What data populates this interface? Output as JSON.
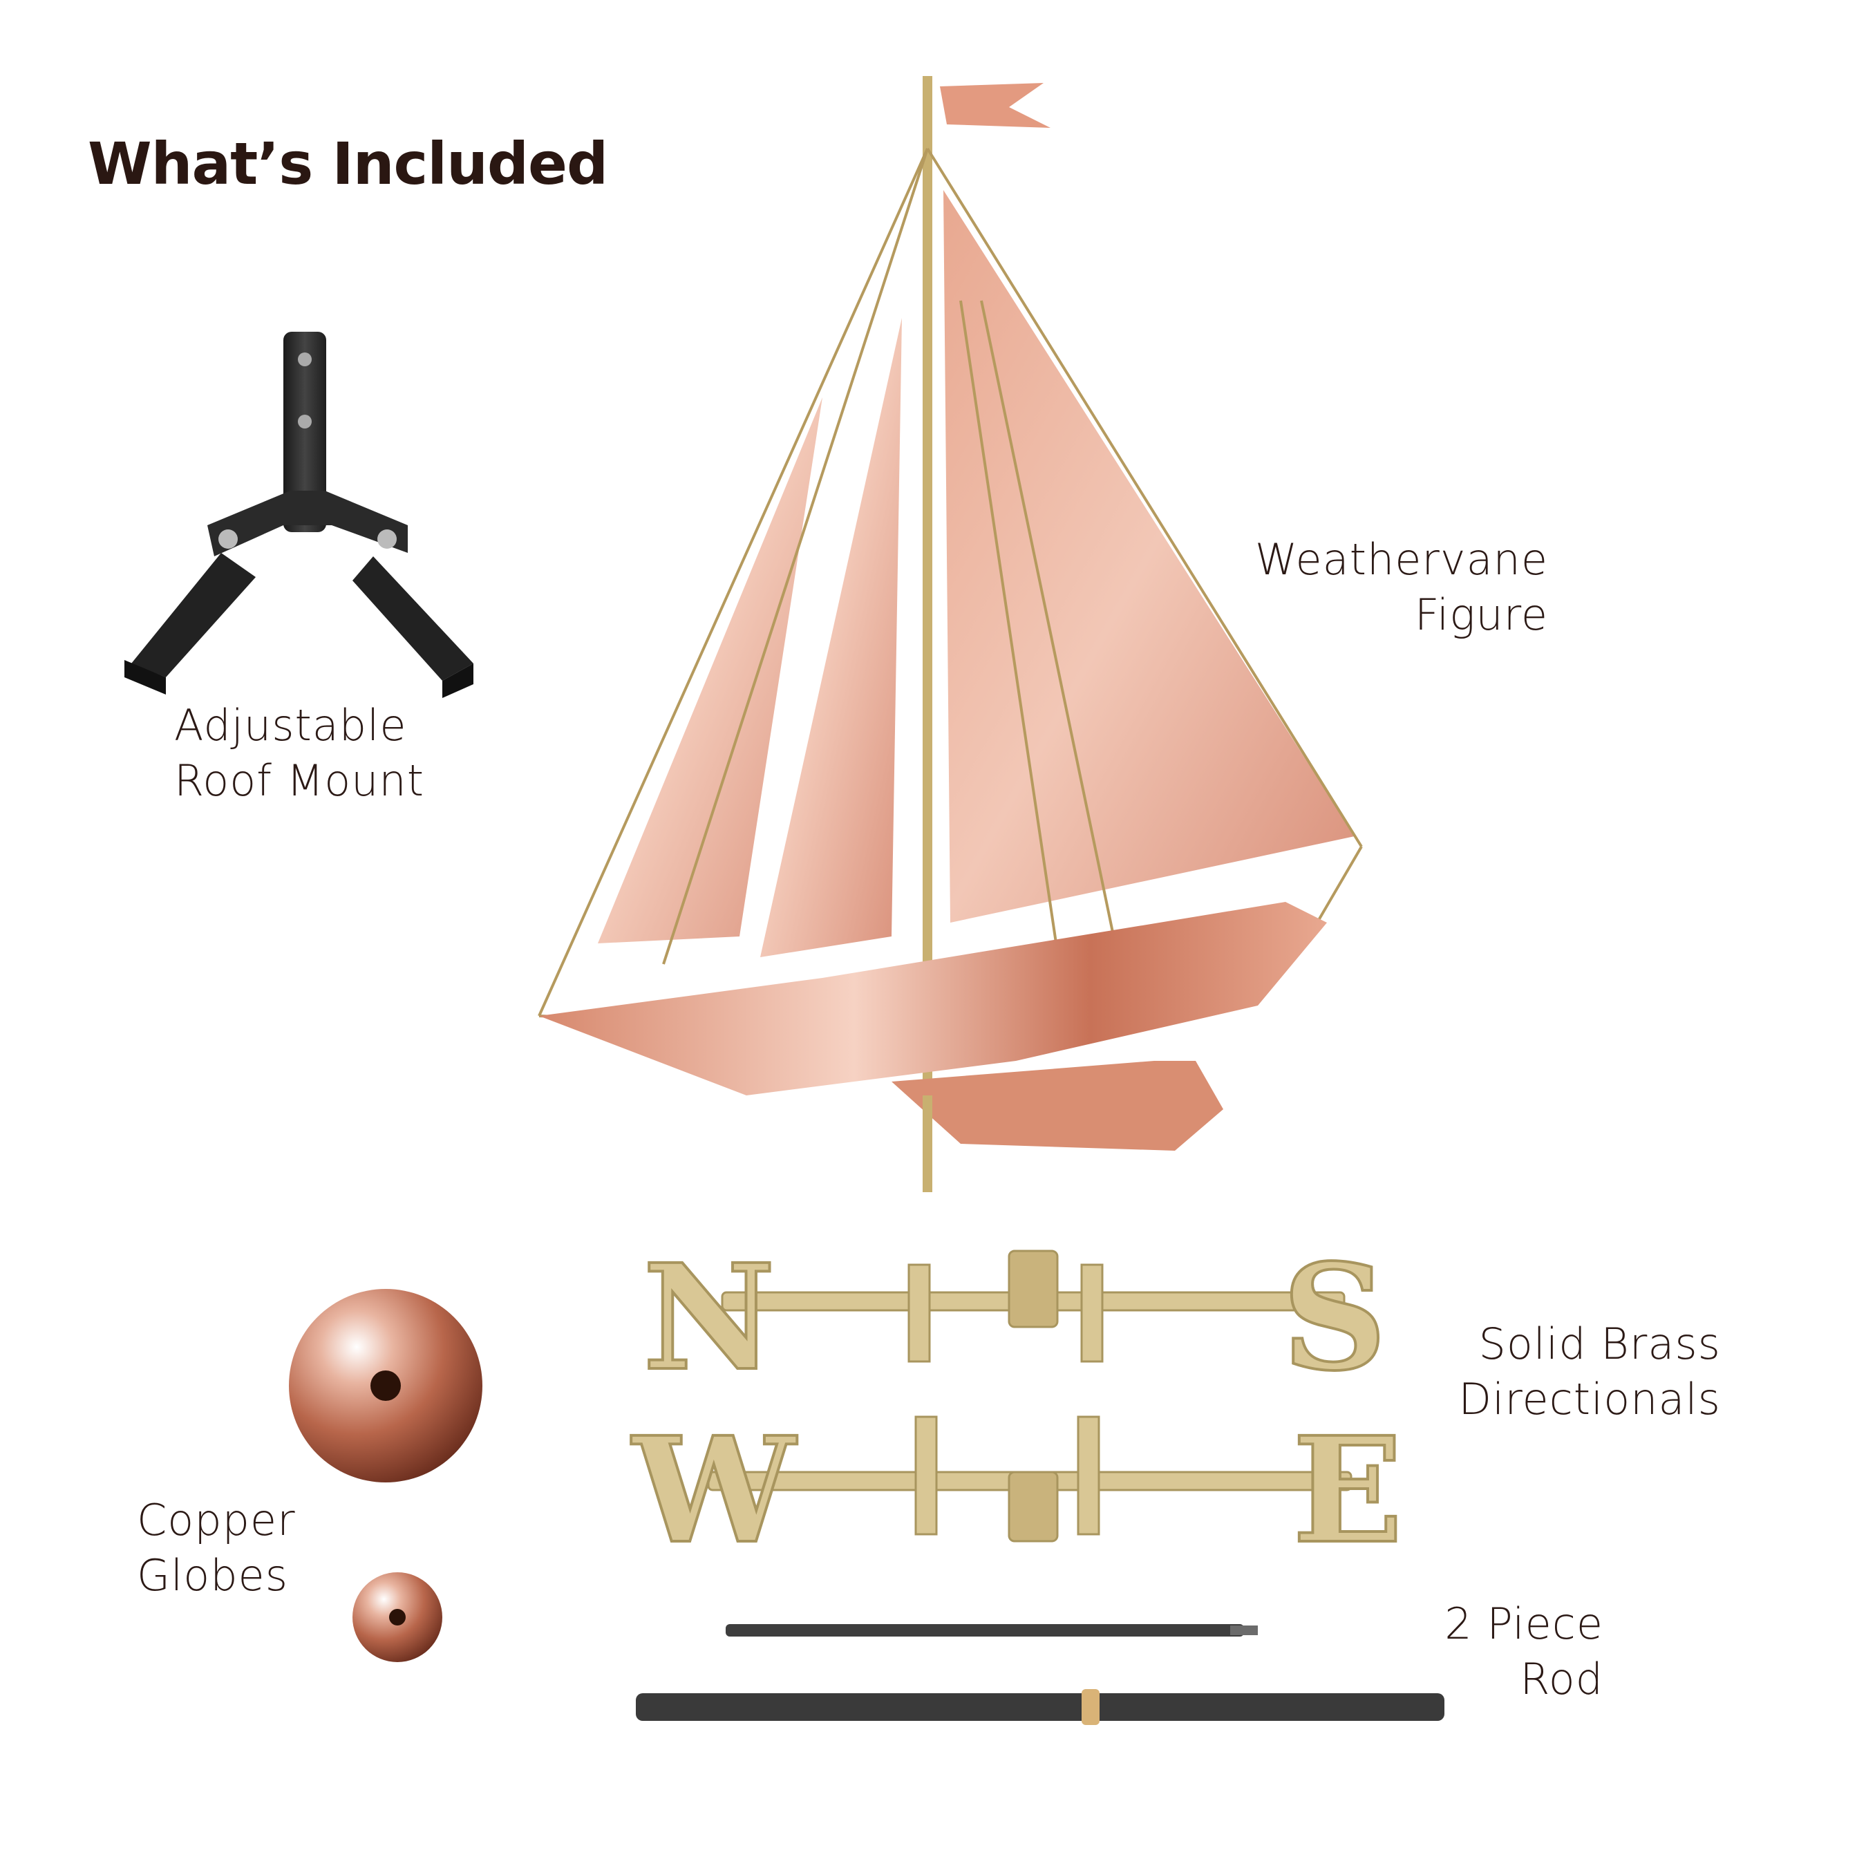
{
  "title": "What’s Included",
  "items": [
    {
      "id": "roof-mount",
      "line1": "Adjustable",
      "line2": "Roof Mount"
    },
    {
      "id": "figure",
      "line1": "Weathervane",
      "line2": "Figure"
    },
    {
      "id": "directionals",
      "line1": "Solid Brass",
      "line2": "Directionals"
    },
    {
      "id": "globes",
      "line1": "Copper",
      "line2": "Globes"
    },
    {
      "id": "rod",
      "line1": "2 Piece",
      "line2": "Rod"
    }
  ],
  "directional_letters": {
    "north": "N",
    "south": "S",
    "west": "W",
    "east": "E"
  },
  "colors": {
    "copper": "#e0a08a",
    "copper_dark": "#b86a4e",
    "brass": "#d9c795",
    "brass_dark": "#a8955e",
    "mount_black": "#2b2b2b",
    "rod": "#3e3e3e",
    "text": "#2a1712"
  }
}
